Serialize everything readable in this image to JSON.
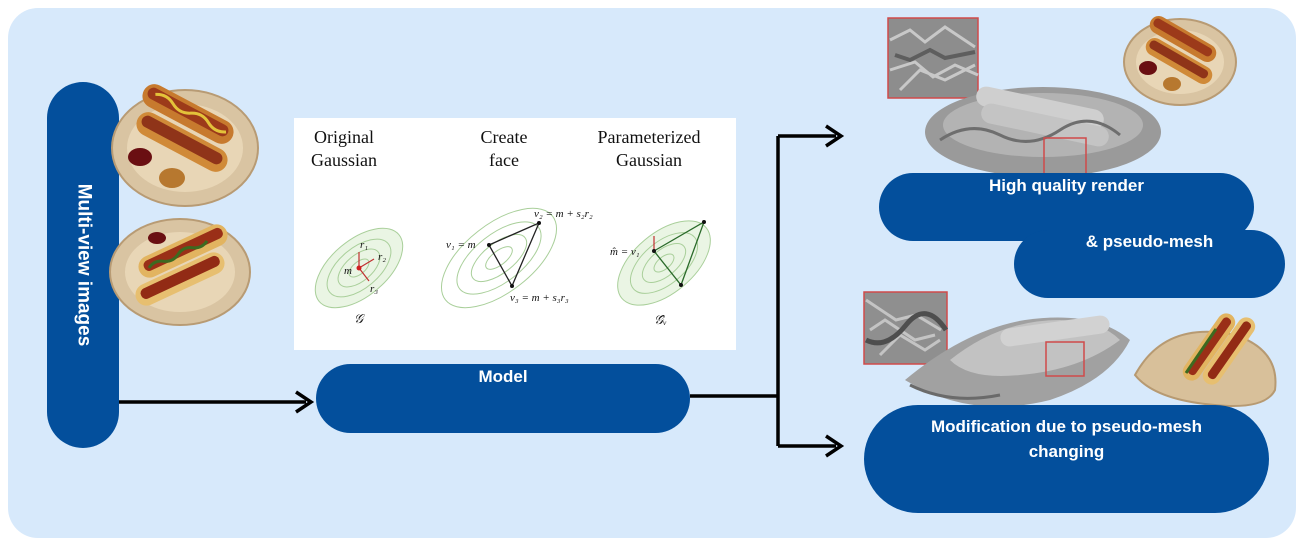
{
  "multiview": {
    "label": "Multi-view images"
  },
  "model": {
    "label": "Model"
  },
  "output_top": {
    "line1": "High quality render",
    "line2": "& pseudo-mesh"
  },
  "output_bottom": {
    "line1": "Modification due to pseudo-mesh",
    "line2": "changing"
  },
  "panel": {
    "col1_title_1": "Original",
    "col1_title_2": "Gaussian",
    "col2_title_1": "Create",
    "col2_title_2": "face",
    "col3_title_1": "Parameterized",
    "col3_title_2": "Gaussian",
    "col1_labels": {
      "r1": "r₁",
      "r2": "r₂",
      "r3": "r₃",
      "m": "m",
      "symbol": "𝒢"
    },
    "col2_labels": {
      "v1": "v₁ = m",
      "v2": "v₂ = m + s₂r₂",
      "v3": "v₃ = m + s₃r₃"
    },
    "col3_labels": {
      "m": "m̂ = v₁",
      "symbol": "𝒢̂ᵥ"
    }
  },
  "colors": {
    "pill": "#034f9c",
    "background": "#d7e9fb",
    "arrow": "#000000"
  },
  "icons": [
    "hotdog-plate-image",
    "hotdog-mesh-render",
    "zoom-inset",
    "arrow-right"
  ]
}
